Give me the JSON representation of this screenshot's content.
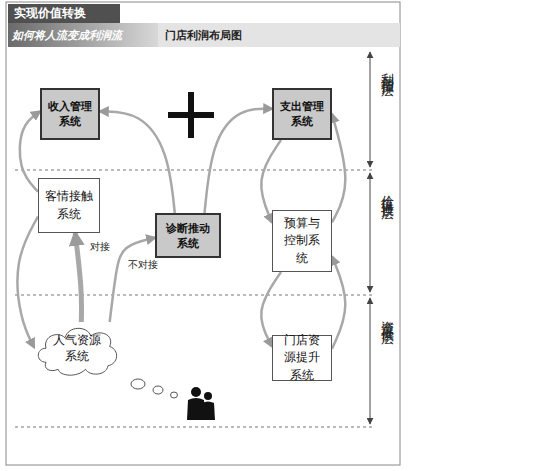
{
  "diagram": {
    "title": "门店利润布局图",
    "nodes": [
      {
        "text": [
          "收入管理系统"
        ]
      },
      {
        "text": [
          "支出管理系统"
        ]
      },
      {
        "text": [
          "客情接触系统"
        ]
      },
      {
        "text": [
          "诊断推动系统"
        ]
      },
      {
        "text": [
          "预算与控制系统"
        ]
      },
      {
        "text": [
          "人气资源系统"
        ]
      },
      {
        "text": [
          "门店资源提升系统"
        ]
      }
    ],
    "edges": [
      {
        "from": 2,
        "to": 0,
        "arrow": "to"
      },
      {
        "from": 3,
        "to": 0,
        "arrow": "to"
      },
      {
        "from": 3,
        "to": 1,
        "arrow": "to"
      },
      {
        "from": 2,
        "to": 5,
        "arrow": "to"
      },
      {
        "from": 5,
        "to": 2,
        "label": "对接",
        "arrow": "to"
      },
      {
        "from": 5,
        "to": 3,
        "label": "不对接",
        "arrow": "to"
      },
      {
        "from": 1,
        "to": 4,
        "arrow": "to"
      },
      {
        "from": 4,
        "to": 1,
        "arrow": "to"
      },
      {
        "from": 4,
        "to": 6,
        "arrow": "to"
      },
      {
        "from": 6,
        "to": 4,
        "arrow": "to"
      }
    ],
    "labels": [
      "实现价值转换",
      "如何将人流变成利润流",
      "利润指挥层",
      "价值转换层",
      "资源提供层"
    ]
  }
}
